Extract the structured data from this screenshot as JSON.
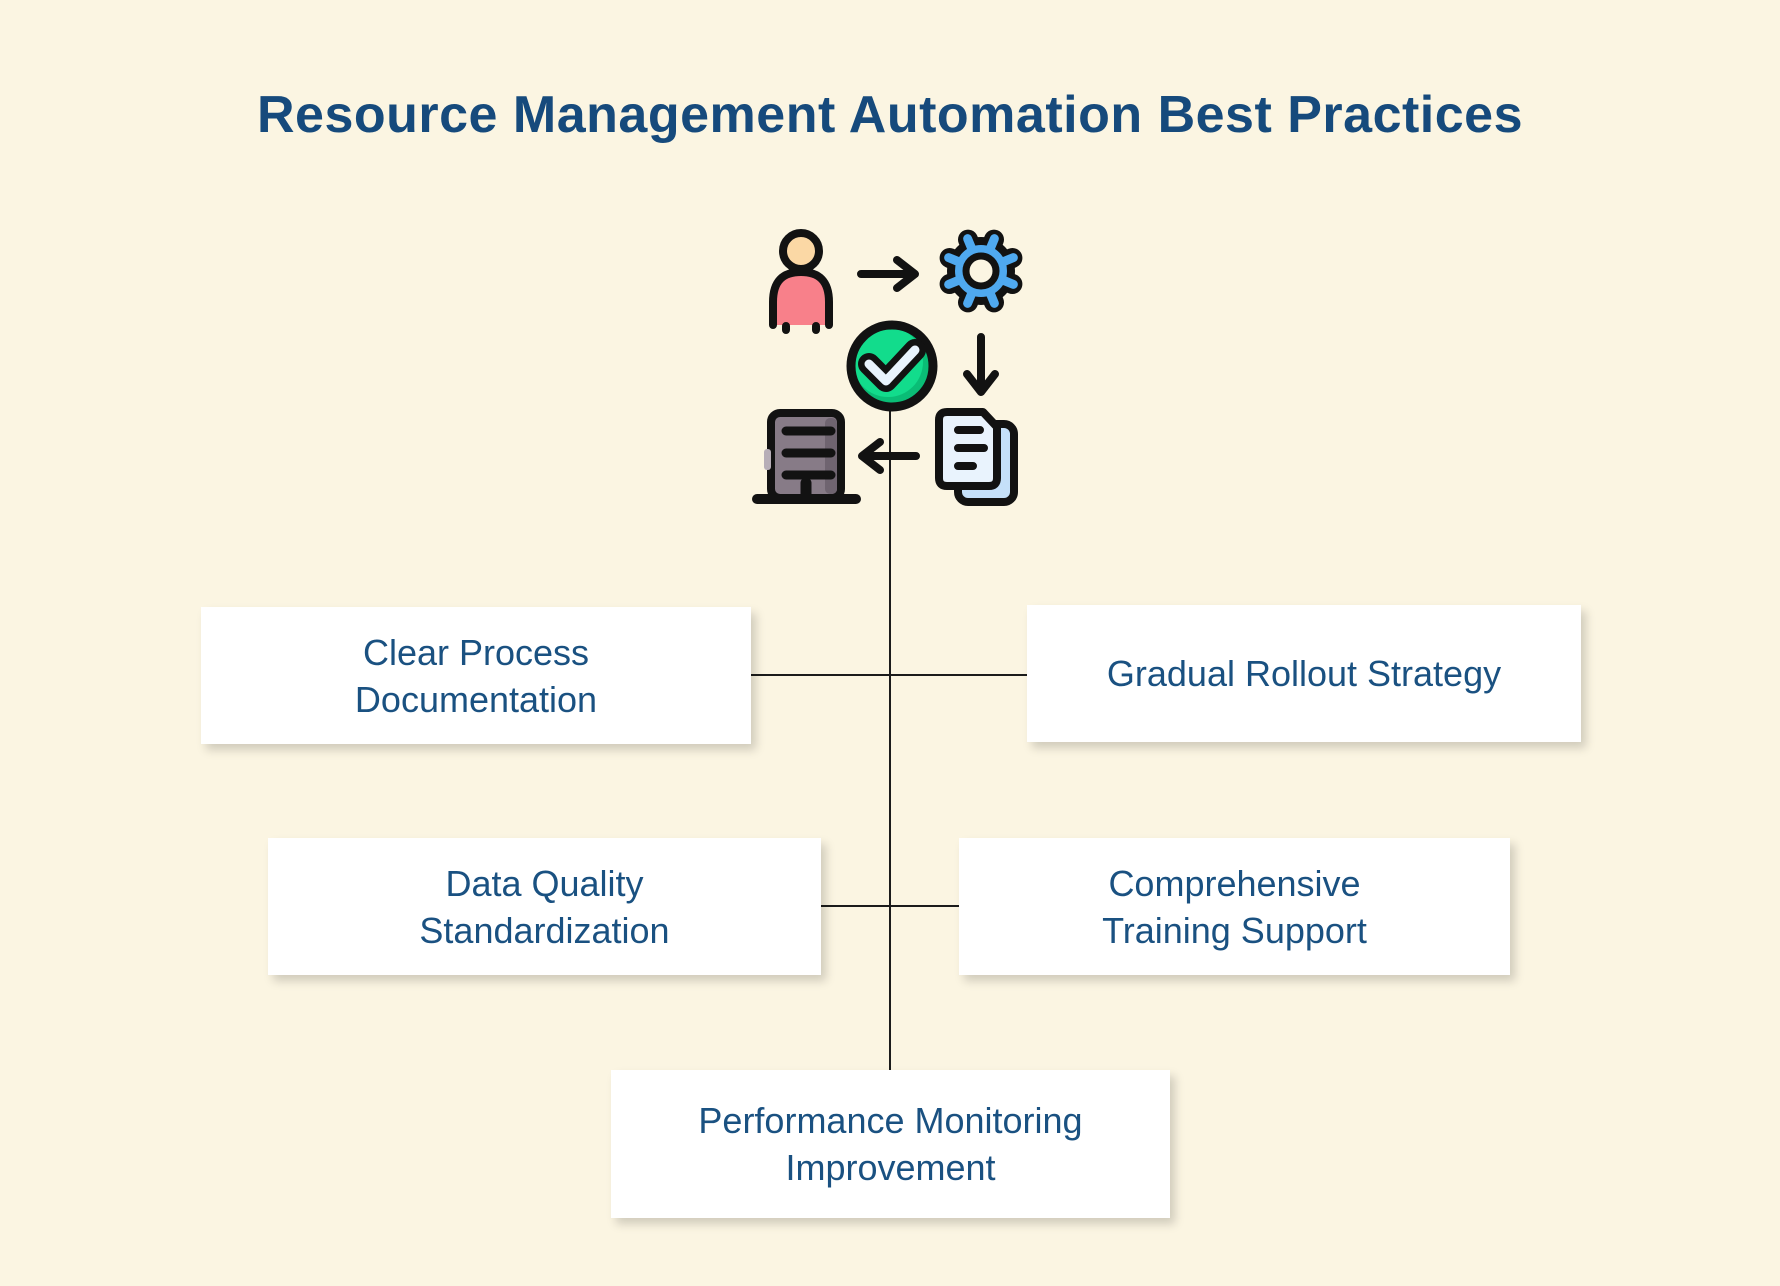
{
  "title": "Resource Management Automation Best Practices",
  "nodes": [
    {
      "id": "clear-process-documentation",
      "lines": [
        "Clear Process",
        "Documentation"
      ]
    },
    {
      "id": "gradual-rollout-strategy",
      "lines": [
        "Gradual Rollout Strategy"
      ]
    },
    {
      "id": "data-quality-standardization",
      "lines": [
        "Data Quality",
        "Standardization"
      ]
    },
    {
      "id": "comprehensive-training-support",
      "lines": [
        "Comprehensive",
        "Training Support"
      ]
    },
    {
      "id": "performance-monitoring-improvement",
      "lines": [
        "Performance Monitoring",
        "Improvement"
      ]
    }
  ],
  "icons": {
    "person": "person-icon",
    "arrow_right": "arrow-right-icon",
    "gear": "gear-icon",
    "check": "check-circle-icon",
    "arrow_down": "arrow-down-icon",
    "documents": "documents-icon",
    "arrow_left": "arrow-left-icon",
    "building": "building-icon"
  },
  "colors": {
    "bg": "#FBF5E2",
    "title_color": "#164A7C",
    "text_color": "#1A5181",
    "box_bg": "#FFFFFF",
    "line_color": "#1B1B1B",
    "outline": "#121212",
    "skin": "#FBD8A5",
    "person_body": "#F8808A",
    "gear_blue": "#4FA9F0",
    "check_green": "#12DC8C",
    "check_green_dark": "#0ABD76",
    "check_mark": "#E9F3FD",
    "building_gray": "#877B87",
    "building_gray_dark": "#6F6470",
    "building_gray_light": "#B7AEB7",
    "doc_front": "#E9F3FD",
    "doc_back": "#C5E0F9"
  }
}
